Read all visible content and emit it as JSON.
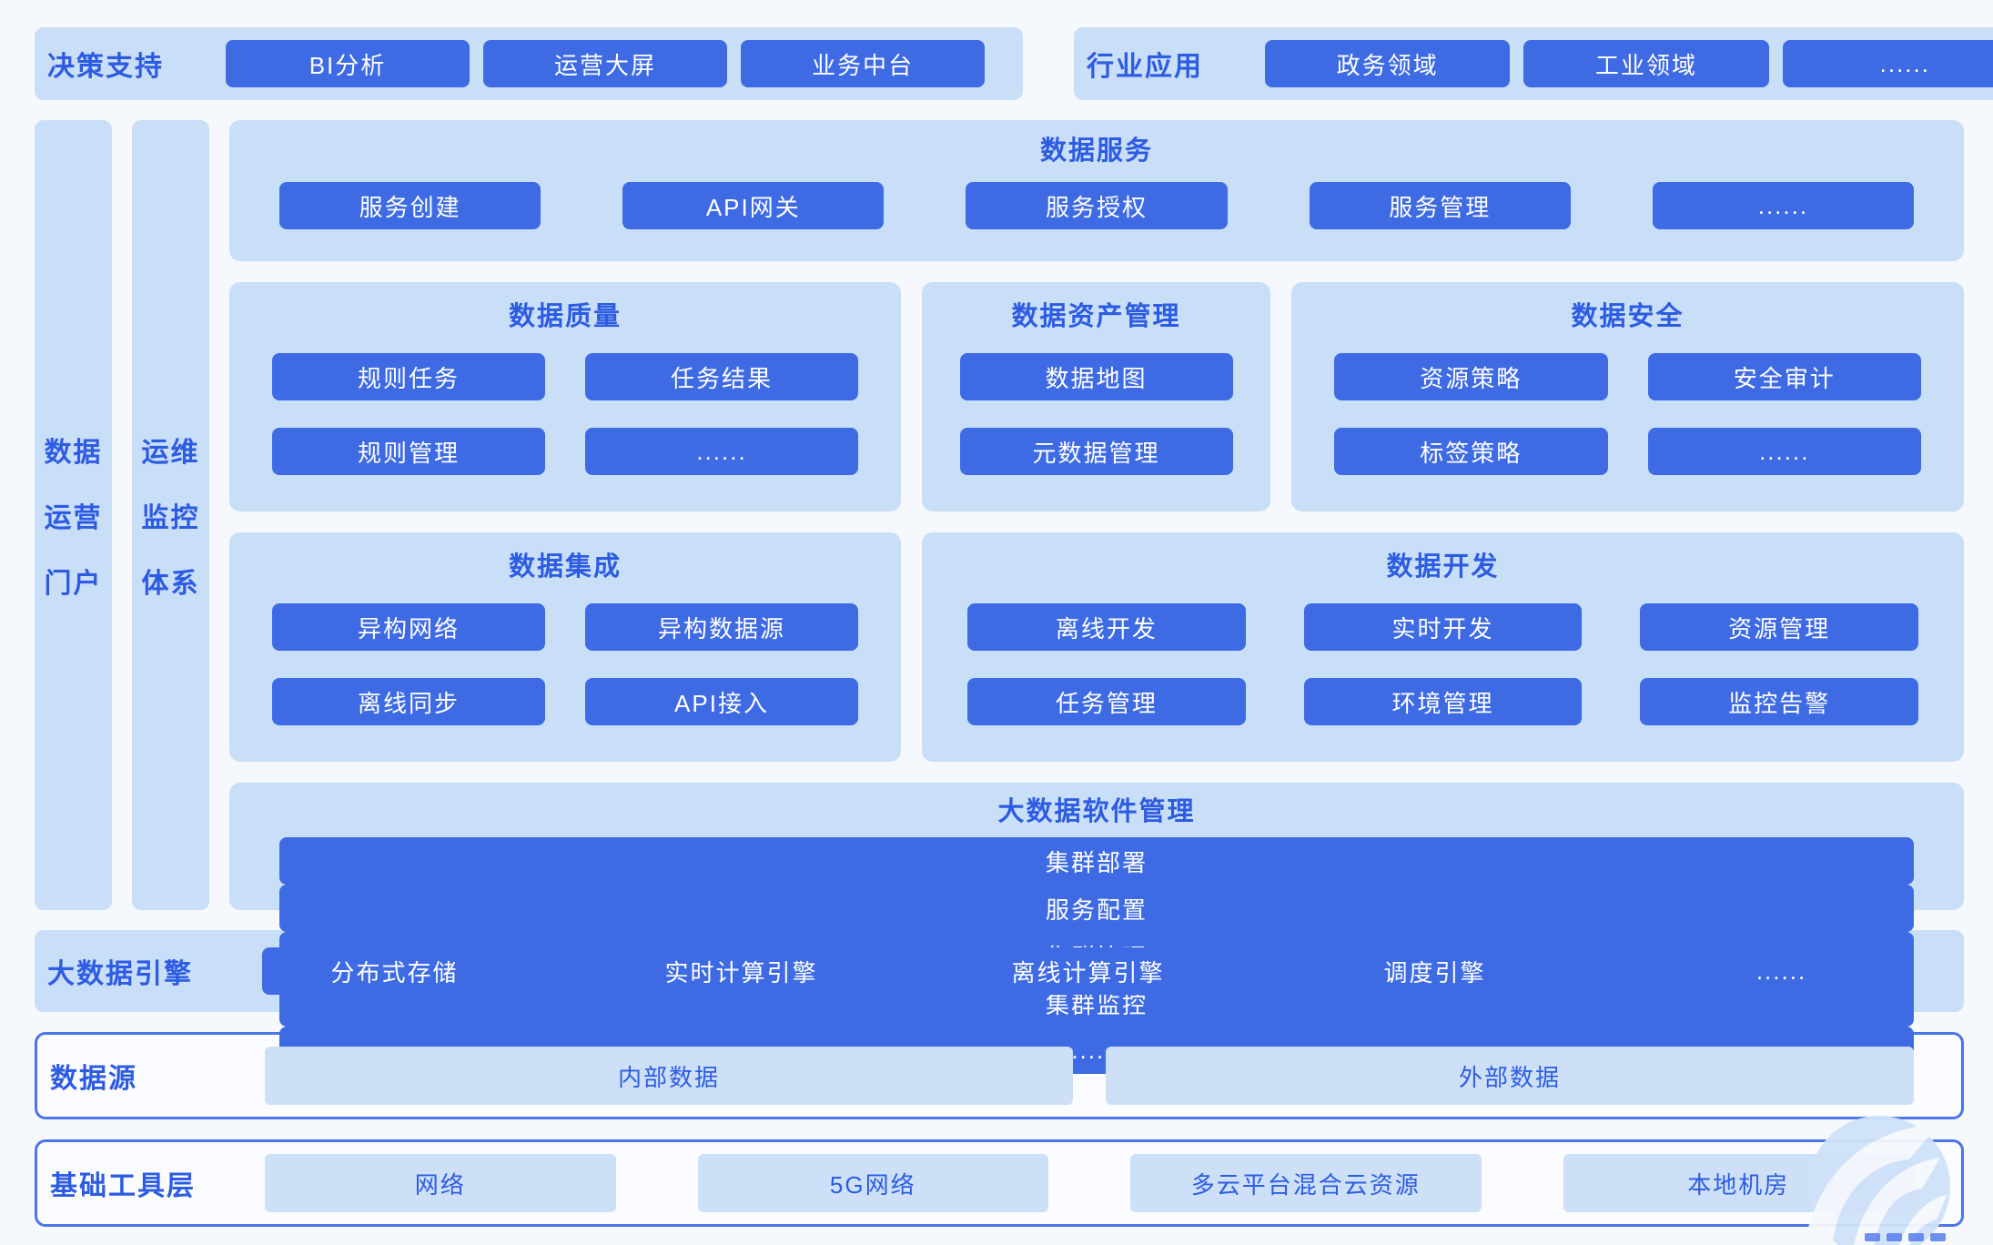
{
  "colors": {
    "page_bg": "#f5f8fd",
    "panel_light": "#c9def7",
    "chip_dark": "#3e6be4",
    "chip_text": "#ffffff",
    "label_blue": "#2d5ce2",
    "box_border": "#4d74e8"
  },
  "top": {
    "decision": {
      "label": "决策支持",
      "buttons": [
        "BI分析",
        "运营大屏",
        "业务中台"
      ]
    },
    "industry": {
      "label": "行业应用",
      "buttons": [
        "政务领域",
        "工业领域",
        "......"
      ]
    }
  },
  "side_bars": {
    "portal": {
      "lines": [
        "数据",
        "运营",
        "门户"
      ]
    },
    "ops": {
      "lines": [
        "运维",
        "监控",
        "体系"
      ]
    }
  },
  "panels": {
    "service": {
      "title": "数据服务",
      "buttons": [
        "服务创建",
        "API网关",
        "服务授权",
        "服务管理",
        "......"
      ]
    },
    "quality": {
      "title": "数据质量",
      "buttons": [
        "规则任务",
        "任务结果",
        "规则管理",
        "......"
      ]
    },
    "asset": {
      "title": "数据资产管理",
      "buttons": [
        "数据地图",
        "元数据管理"
      ]
    },
    "security": {
      "title": "数据安全",
      "buttons": [
        "资源策略",
        "安全审计",
        "标签策略",
        "......"
      ]
    },
    "integration": {
      "title": "数据集成",
      "buttons": [
        "异构网络",
        "异构数据源",
        "离线同步",
        "API接入"
      ]
    },
    "dev": {
      "title": "数据开发",
      "buttons": [
        "离线开发",
        "实时开发",
        "资源管理",
        "任务管理",
        "环境管理",
        "监控告警"
      ]
    },
    "software": {
      "title": "大数据软件管理",
      "buttons": [
        "集群部署",
        "服务配置",
        "集群管理",
        "集群监控",
        "......"
      ]
    }
  },
  "engine": {
    "label": "大数据引擎",
    "buttons": [
      "分布式存储",
      "实时计算引擎",
      "离线计算引擎",
      "调度引擎",
      "......"
    ]
  },
  "datasource": {
    "label": "数据源",
    "buttons": [
      "内部数据",
      "外部数据"
    ]
  },
  "infra": {
    "label": "基础工具层",
    "buttons": [
      "网络",
      "5G网络",
      "多云平台混合云资源",
      "本地机房"
    ]
  }
}
